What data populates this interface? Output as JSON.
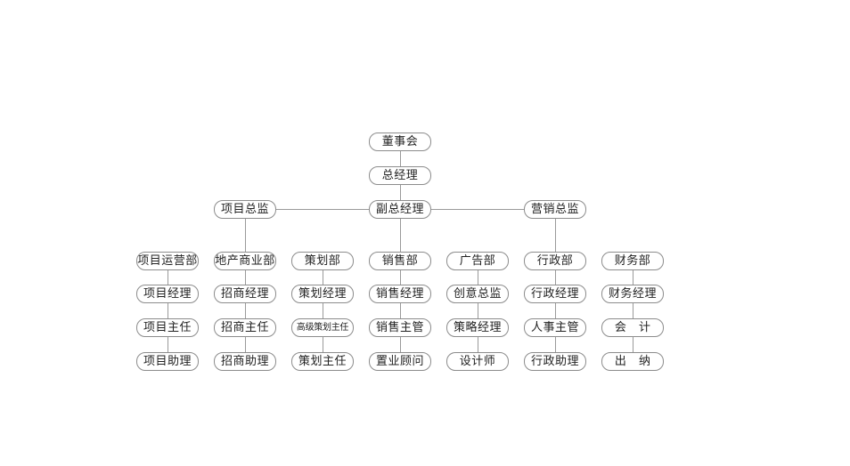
{
  "org_chart": {
    "board": "董事会",
    "general_manager": "总经理",
    "vice_general_manager": "副总经理",
    "project_director": "项目总监",
    "marketing_director": "营销总监",
    "departments": [
      {
        "name": "项目运营部",
        "roles": [
          "项目经理",
          "项目主任",
          "项目助理"
        ]
      },
      {
        "name": "地产商业部",
        "roles": [
          "招商经理",
          "招商主任",
          "招商助理"
        ]
      },
      {
        "name": "策划部",
        "roles": [
          "策划经理",
          "高级策划主任",
          "策划主任"
        ]
      },
      {
        "name": "销售部",
        "roles": [
          "销售经理",
          "销售主管",
          "置业顾问"
        ]
      },
      {
        "name": "广告部",
        "roles": [
          "创意总监",
          "策略经理",
          "设计师"
        ]
      },
      {
        "name": "行政部",
        "roles": [
          "行政经理",
          "人事主管",
          "行政助理"
        ]
      },
      {
        "name": "财务部",
        "roles": [
          "财务经理",
          "会 计",
          "出 纳"
        ]
      }
    ]
  }
}
